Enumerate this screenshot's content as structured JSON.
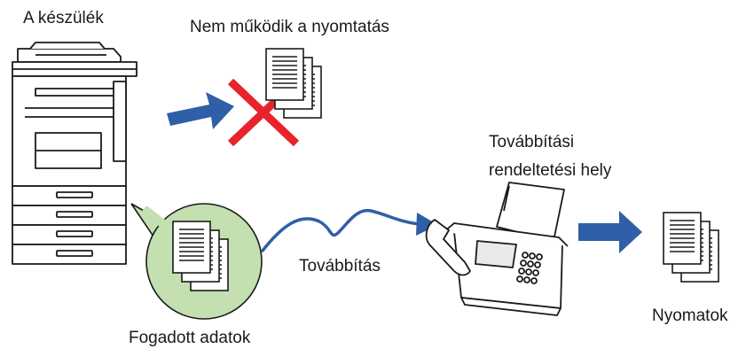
{
  "labels": {
    "machine": "A készülék",
    "cannot_print": "Nem működik a nyomtatás",
    "destination_line1": "Továbbítási",
    "destination_line2": "rendeltetési hely",
    "forwarding": "Továbbítás",
    "printouts": "Nyomatok",
    "received_data": "Fogadott adatok"
  },
  "colors": {
    "arrow_blue": "#2f5fa7",
    "cross_red": "#e8232b",
    "bubble_green": "#c4dfb0",
    "outline": "#1a1a1a"
  },
  "icons": [
    "mfp-printer-icon",
    "document-stack-icon",
    "cross-icon",
    "arrow-right-icon",
    "fax-machine-icon",
    "lightning-arrow-icon"
  ]
}
